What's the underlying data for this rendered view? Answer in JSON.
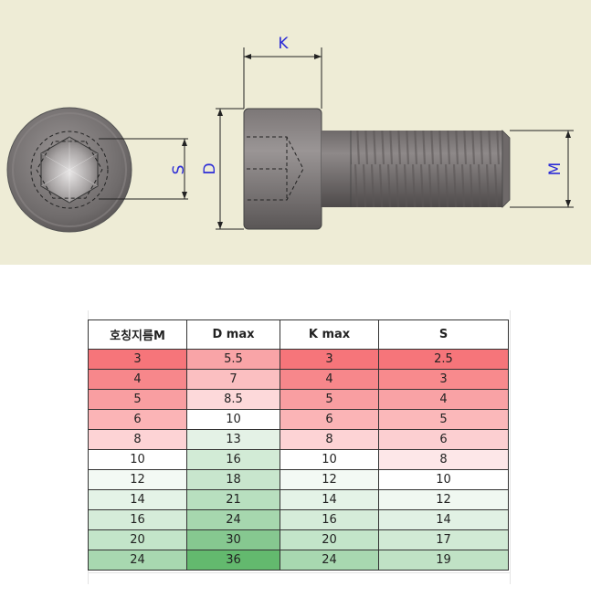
{
  "diagram": {
    "labels": {
      "k": "K",
      "d": "D",
      "s": "S",
      "m": "M"
    }
  },
  "table": {
    "headers": [
      "호칭지름M",
      "D max",
      "K max",
      "S"
    ],
    "rows": [
      [
        "3",
        "5.5",
        "3",
        "2.5"
      ],
      [
        "4",
        "7",
        "4",
        "3"
      ],
      [
        "5",
        "8.5",
        "5",
        "4"
      ],
      [
        "6",
        "10",
        "6",
        "5"
      ],
      [
        "8",
        "13",
        "8",
        "6"
      ],
      [
        "10",
        "16",
        "10",
        "8"
      ],
      [
        "12",
        "18",
        "12",
        "10"
      ],
      [
        "14",
        "21",
        "14",
        "12"
      ],
      [
        "16",
        "24",
        "16",
        "14"
      ],
      [
        "20",
        "30",
        "20",
        "17"
      ],
      [
        "24",
        "36",
        "24",
        "19"
      ]
    ],
    "colors": [
      [
        "#f6757a",
        "#f9a4a7",
        "#f6757a",
        "#f6757a"
      ],
      [
        "#f7878b",
        "#fbbfc1",
        "#f7878b",
        "#f88a8d"
      ],
      [
        "#f99ea1",
        "#fdd9da",
        "#f99ea1",
        "#f9a2a5"
      ],
      [
        "#fbb4b6",
        "#ffffff",
        "#fbb4b6",
        "#fbb8ba"
      ],
      [
        "#fdd3d5",
        "#e4f2e6",
        "#fdd3d5",
        "#fccfd1"
      ],
      [
        "#ffffff",
        "#d2ebd6",
        "#ffffff",
        "#fde7e8"
      ],
      [
        "#f3f9f4",
        "#c8e6cd",
        "#f3f9f4",
        "#ffffff"
      ],
      [
        "#e4f3e7",
        "#b8dfbf",
        "#e4f3e7",
        "#f0f8f1"
      ],
      [
        "#d5ecd9",
        "#a6d7ae",
        "#d5ecd9",
        "#e1f1e4"
      ],
      [
        "#c3e5c9",
        "#86c890",
        "#c3e5c9",
        "#d1ead5"
      ],
      [
        "#a8d8b0",
        "#63b96e",
        "#a8d8b0",
        "#c0e2c5"
      ]
    ]
  }
}
